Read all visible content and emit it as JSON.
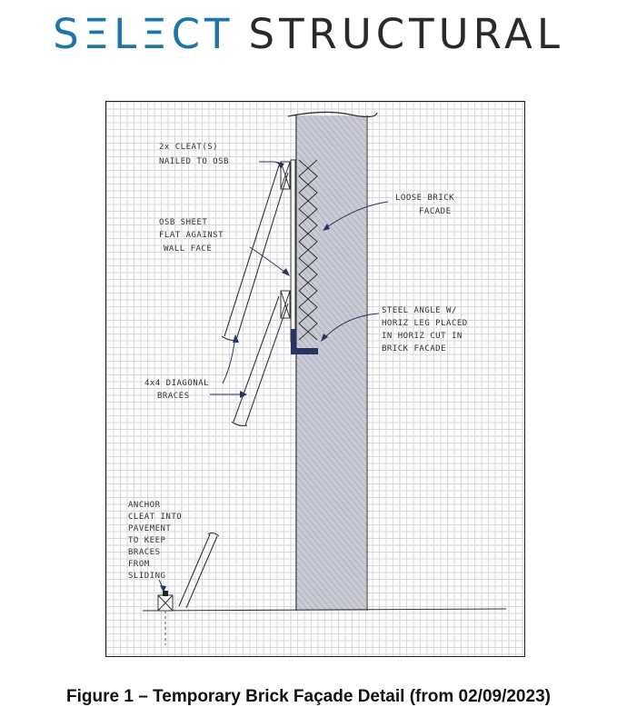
{
  "logo": {
    "word1": "SΞLΞCT",
    "word2": "STRUCTURAL",
    "brand_color": "#1f75a8",
    "text_color": "#2a2a2a"
  },
  "sketch": {
    "labels": {
      "cleats_1": "2x CLEAT(S)",
      "cleats_2": "NAILED TO OSB",
      "osb_1": "OSB SHEET",
      "osb_2": "FLAT AGAINST",
      "osb_3": "WALL FACE",
      "facade_1": "LOOSE BRICK",
      "facade_2": "FACADE",
      "angle_1": "STEEL ANGLE W/",
      "angle_2": "HORIZ LEG PLACED",
      "angle_3": "IN HORIZ CUT IN",
      "angle_4": "BRICK FACADE",
      "braces_1": "4x4 DIAGONAL",
      "braces_2": "BRACES",
      "anchor_1": "ANCHOR",
      "anchor_2": "CLEAT INTO",
      "anchor_3": "PAVEMENT",
      "anchor_4": "TO KEEP",
      "anchor_5": "BRACES",
      "anchor_6": "FROM",
      "anchor_7": "SLIDING"
    }
  },
  "caption": "Figure 1 – Temporary Brick Façade Detail (from 02/09/2023)"
}
